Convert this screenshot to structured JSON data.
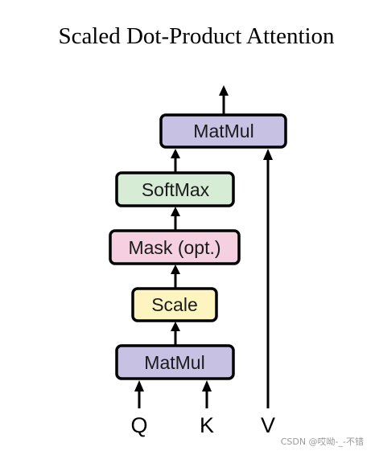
{
  "title": "Scaled Dot-Product Attention",
  "blocks": {
    "matmul_top": {
      "label": "MatMul",
      "color": "#c7c2e3"
    },
    "softmax": {
      "label": "SoftMax",
      "color": "#d6ecd4"
    },
    "mask": {
      "label": "Mask (opt.)",
      "color": "#f4d0e0"
    },
    "scale": {
      "label": "Scale",
      "color": "#fdf4c0"
    },
    "matmul_bottom": {
      "label": "MatMul",
      "color": "#c7c2e3"
    }
  },
  "inputs": {
    "q": "Q",
    "k": "K",
    "v": "V"
  },
  "watermark": "CSDN @哎呦-_-不错"
}
